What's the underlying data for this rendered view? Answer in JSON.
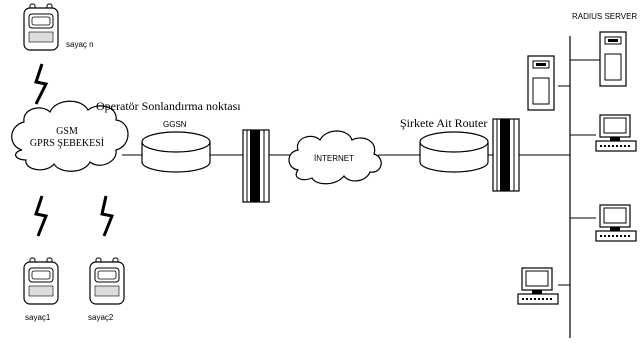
{
  "labels": {
    "radius_server": "RADIUS SERVER",
    "sayac_n": "sayaç n",
    "operator": "Operatör Sonlandırma noktası",
    "ggsn": "GGSN",
    "sirket_router": "Şirkete Ait Router",
    "gsm_line1": "GSM",
    "gsm_line2": "GPRS ŞEBEKESİ",
    "internet": "İNTERNET",
    "sayac1": "sayaç1",
    "sayac2": "sayaç2"
  },
  "icons": {
    "meter": "meter-device-icon",
    "cloud": "cloud-icon",
    "router": "router-cylinder-icon",
    "firewall": "firewall-icon",
    "server": "server-tower-icon",
    "computer": "desktop-computer-icon",
    "wireless": "wireless-zigzag-icon"
  }
}
